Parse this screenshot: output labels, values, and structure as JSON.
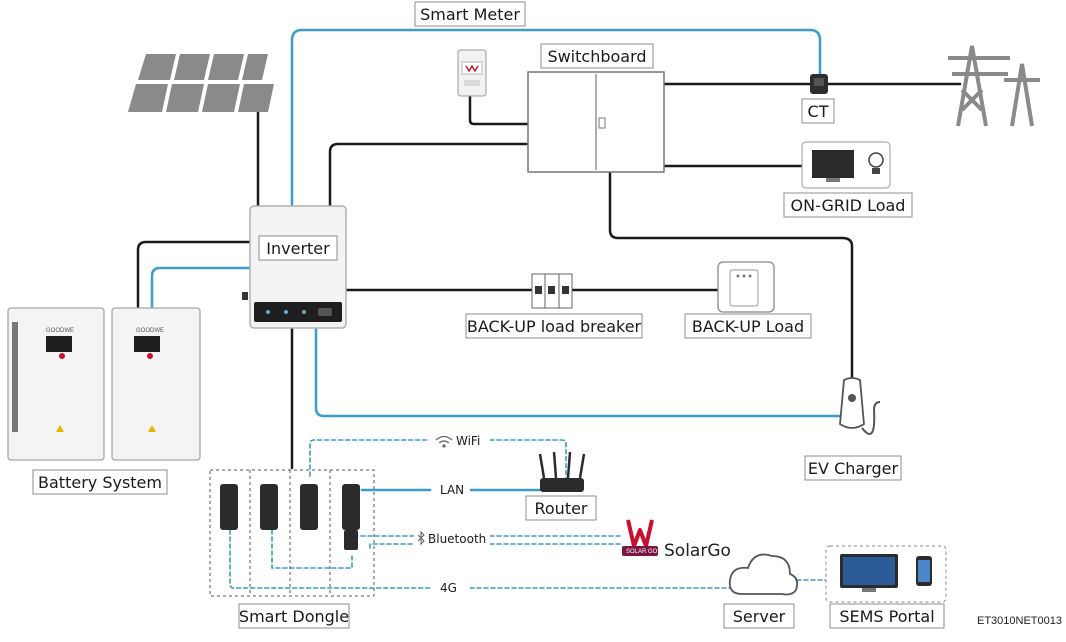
{
  "labels": {
    "smart_meter": "Smart Meter",
    "switchboard": "Switchboard",
    "ct": "CT",
    "on_grid_load": "ON-GRID Load",
    "inverter": "Inverter",
    "backup_breaker": "BACK-UP load breaker",
    "backup_load": "BACK-UP Load",
    "ev_charger": "EV Charger",
    "battery_system": "Battery System",
    "router": "Router",
    "smart_dongle": "Smart Dongle",
    "server": "Server",
    "sems_portal": "SEMS Portal"
  },
  "links": {
    "wifi": "WiFi",
    "lan": "LAN",
    "bluetooth": "Bluetooth",
    "fourg": "4G"
  },
  "solargo": {
    "name": "SolarGo",
    "badge": "SOLAR GO"
  },
  "brand": "GOODWE",
  "doc_code": "ET3010NET0013",
  "colors": {
    "blue_wire": "#3a9cc7",
    "black_wire": "#1a1a1a",
    "dashed_wire": "#3a9cc7",
    "label_border": "#8c8c8c",
    "brand_red": "#c8102e"
  }
}
